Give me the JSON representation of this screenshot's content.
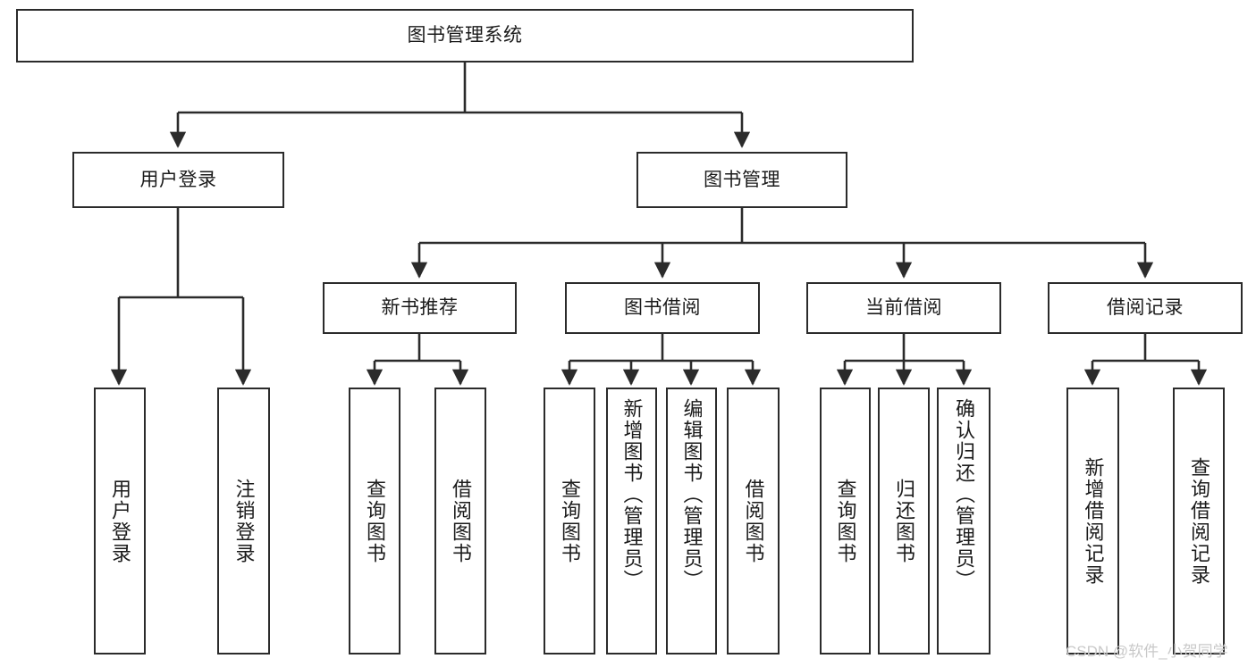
{
  "diagram": {
    "type": "tree",
    "title": "图书管理系统",
    "style": {
      "box_border_color": "#2b2b2b",
      "box_fill_color": "#ffffff",
      "connector_color": "#2b2b2b",
      "text_color": "#1b1b1b",
      "background_color": "#ffffff"
    },
    "levels": {
      "level1": "系统",
      "level2": "模块",
      "level3": "子模块",
      "level4": "功能"
    },
    "nodes": {
      "root": {
        "label": "图书管理系统"
      },
      "level2": [
        {
          "id": "user-login",
          "label": "用户登录"
        },
        {
          "id": "book-manage",
          "label": "图书管理"
        }
      ],
      "level3": [
        {
          "id": "new-book-recommend",
          "label": "新书推荐",
          "parent": "book-manage"
        },
        {
          "id": "book-borrow",
          "label": "图书借阅",
          "parent": "book-manage"
        },
        {
          "id": "current-borrow",
          "label": "当前借阅",
          "parent": "book-manage"
        },
        {
          "id": "borrow-record",
          "label": "借阅记录",
          "parent": "book-manage"
        }
      ],
      "leaves": [
        {
          "id": "leaf-user-login",
          "label": "用户登录",
          "parent": "user-login"
        },
        {
          "id": "leaf-logout",
          "label": "注销登录",
          "parent": "user-login"
        },
        {
          "id": "leaf-query-book-1",
          "label": "查询图书",
          "parent": "new-book-recommend"
        },
        {
          "id": "leaf-borrow-book-1",
          "label": "借阅图书",
          "parent": "new-book-recommend"
        },
        {
          "id": "leaf-query-book-2",
          "label": "查询图书",
          "parent": "book-borrow"
        },
        {
          "id": "leaf-add-book",
          "label": "新增图书（管理员）",
          "parent": "book-borrow"
        },
        {
          "id": "leaf-edit-book",
          "label": "编辑图书（管理员）",
          "parent": "book-borrow"
        },
        {
          "id": "leaf-borrow-book-2",
          "label": "借阅图书",
          "parent": "book-borrow"
        },
        {
          "id": "leaf-query-book-3",
          "label": "查询图书",
          "parent": "current-borrow"
        },
        {
          "id": "leaf-return-book",
          "label": "归还图书",
          "parent": "current-borrow"
        },
        {
          "id": "leaf-confirm-return",
          "label": "确认归还（管理员）",
          "parent": "current-borrow"
        },
        {
          "id": "leaf-add-record",
          "label": "新增借阅记录",
          "parent": "borrow-record"
        },
        {
          "id": "leaf-query-record",
          "label": "查询借阅记录",
          "parent": "borrow-record"
        }
      ]
    }
  },
  "watermark": {
    "text": "CSDN @软件_小贺同学"
  }
}
